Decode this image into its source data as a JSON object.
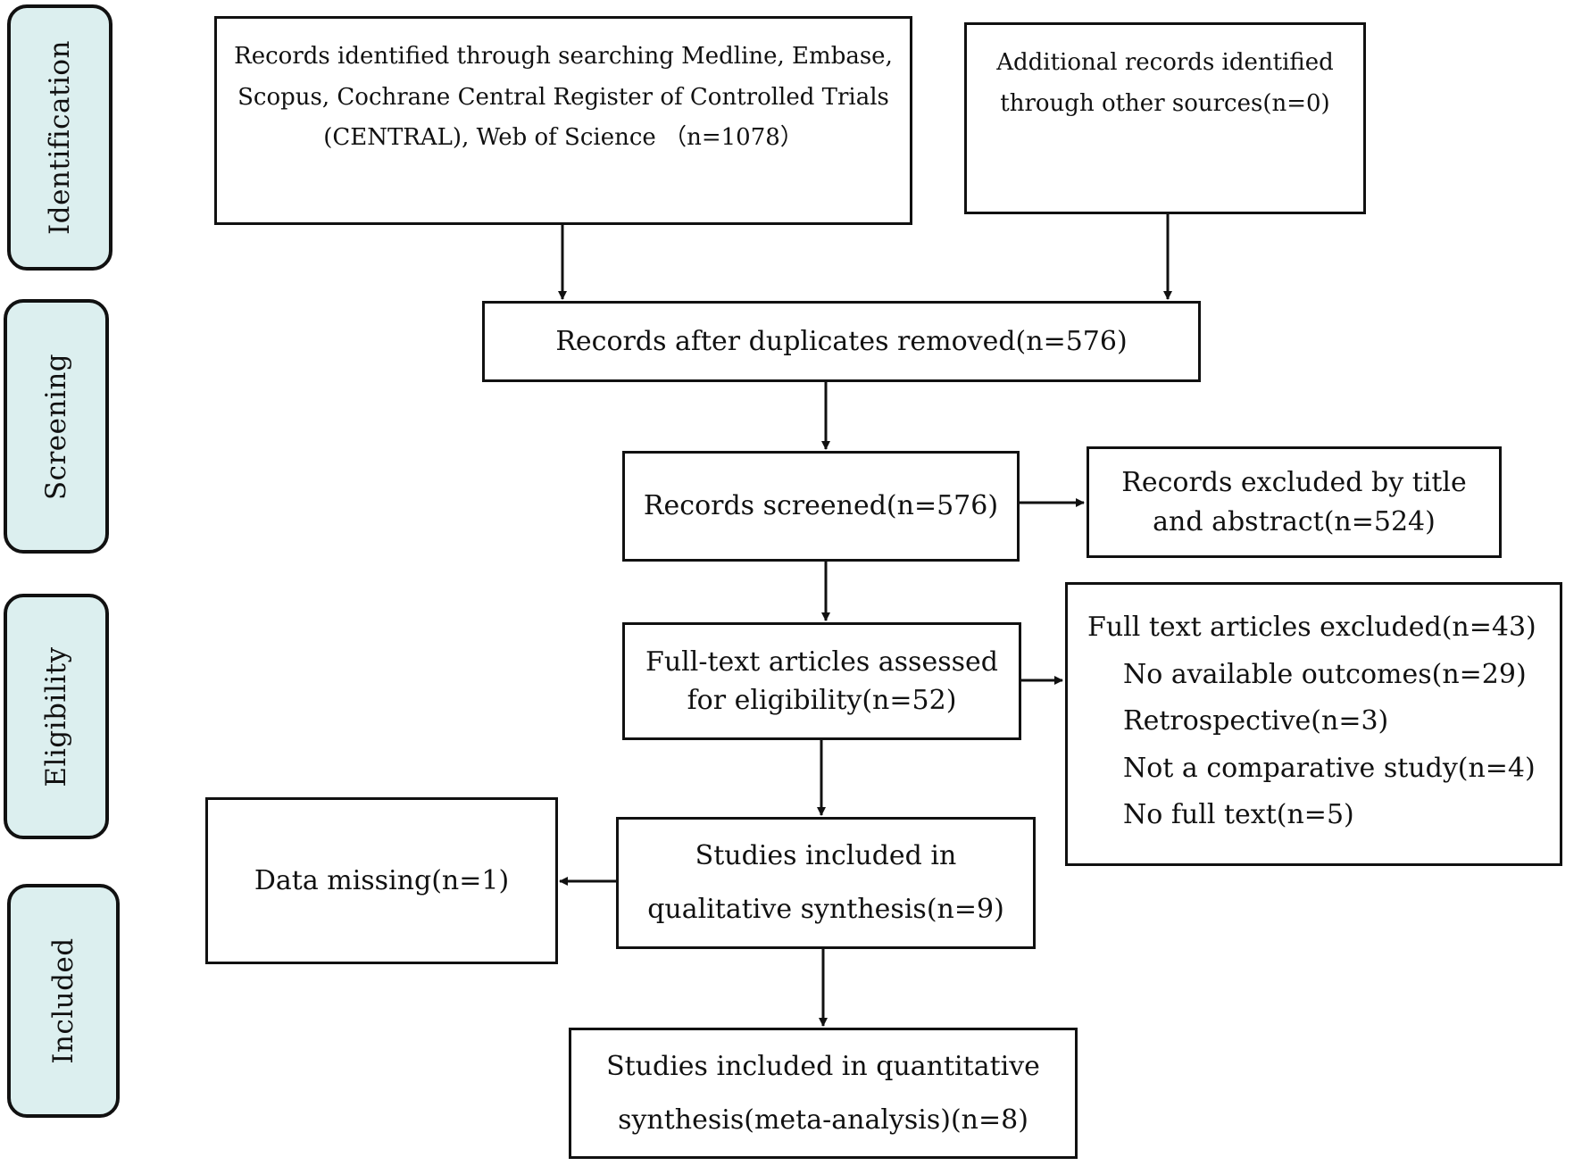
{
  "phases": {
    "identification": "Identification",
    "screening": "Screening",
    "eligibility": "Eligibility",
    "included": "Included"
  },
  "boxes": {
    "records_identified": {
      "lines": [
        "Records identified through searching Medline, Embase,",
        "Scopus, Cochrane Central Register of Controlled Trials",
        "(CENTRAL), Web of Science （n=1078）"
      ]
    },
    "additional_records": {
      "lines": [
        "Additional records identified",
        "through other sources(n=0)"
      ]
    },
    "after_duplicates": {
      "text": "Records after duplicates removed(n=576)"
    },
    "records_screened": {
      "text": "Records screened(n=576)"
    },
    "records_excluded": {
      "lines": [
        "Records excluded by title",
        "and abstract(n=524)"
      ]
    },
    "fulltext_assessed": {
      "lines": [
        "Full-text articles assessed",
        "for eligibility(n=52)"
      ]
    },
    "fulltext_excluded": {
      "title": "Full text articles excluded(n=43)",
      "items": [
        "No available outcomes(n=29)",
        "Retrospective(n=3)",
        "Not a comparative study(n=4)",
        "No full text(n=5)"
      ]
    },
    "data_missing": {
      "text": "Data missing(n=1)"
    },
    "qualitative": {
      "lines": [
        "Studies included in",
        "qualitative synthesis(n=9)"
      ]
    },
    "quantitative": {
      "lines": [
        "Studies included in quantitative",
        "synthesis(meta-analysis)(n=8)"
      ]
    }
  }
}
